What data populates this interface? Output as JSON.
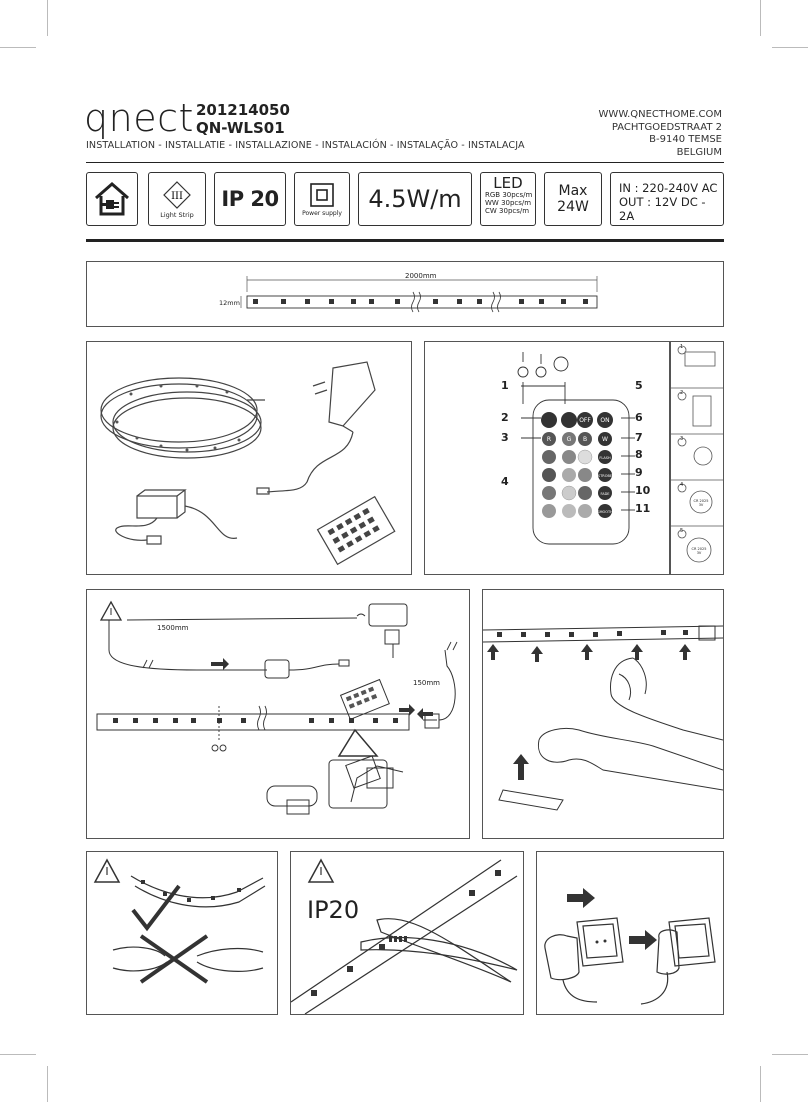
{
  "header": {
    "brand": "qnect",
    "code1": "201214050",
    "code2": "QN-WLS01",
    "languages": "INSTALLATION - INSTALLATIE - INSTALLAZIONE - INSTALACIÓN - INSTALAÇÃO - INSTALACJA",
    "address": [
      "WWW.QNECTHOME.COM",
      "PACHTGOEDSTRAAT 2",
      "B-9140 TEMSE",
      "BELGIUM"
    ]
  },
  "specs": {
    "class_symbol": "III",
    "class_label": "Light Strip",
    "ip": "IP 20",
    "psu_label": "Power supply",
    "power": "4.5W/m",
    "led_title": "LED",
    "led_lines": [
      "RGB 30pcs/m",
      "WW 30pcs/m",
      "CW 30pcs/m"
    ],
    "max_label": "Max",
    "max_value": "24W",
    "input": "IN : 220-240V AC",
    "output": "OUT : 12V DC - 2A"
  },
  "strip": {
    "length": "2000mm",
    "width": "12mm"
  },
  "remote": {
    "numbers_left": [
      "1",
      "2",
      "3",
      "4"
    ],
    "numbers_right": [
      "5",
      "6",
      "7",
      "8",
      "9",
      "10",
      "11"
    ],
    "buttons": [
      "OFF",
      "ON",
      "R",
      "G",
      "B",
      "W",
      "FLASH",
      "STROBE",
      "FADE",
      "SMOOTH"
    ]
  },
  "install": {
    "cable1": "1500mm",
    "cable2": "150mm"
  },
  "ip_warning": "IP20",
  "side_steps": [
    "1",
    "2",
    "3",
    "4",
    "5"
  ],
  "side_labels": [
    "CR 2025 3V",
    "CR 2025 3V"
  ]
}
